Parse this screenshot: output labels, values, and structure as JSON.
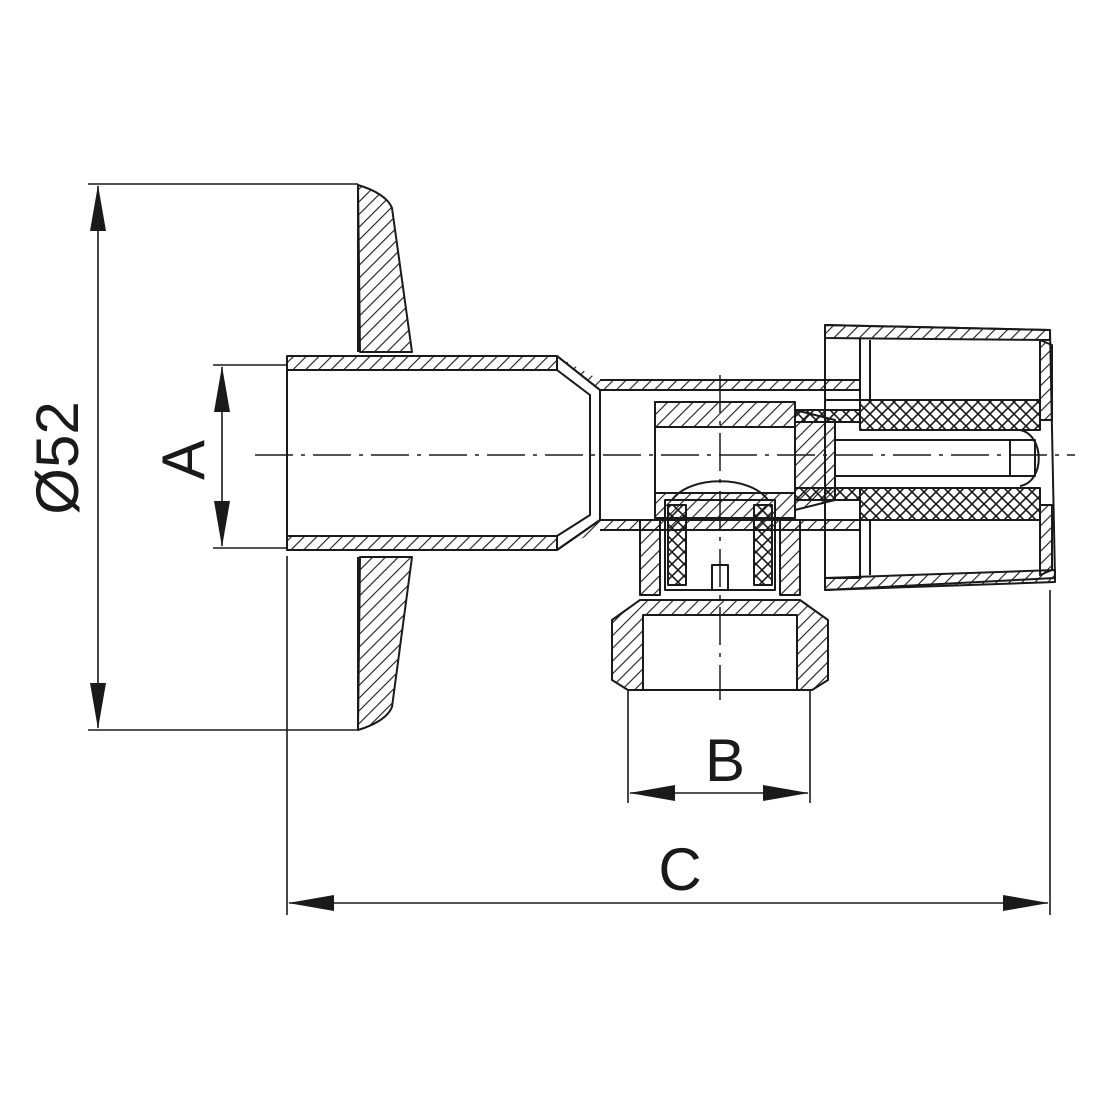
{
  "labels": {
    "diameter": "Ø52",
    "a": "A",
    "b": "B",
    "c": "C"
  },
  "colors": {
    "line": "#1a1a1a",
    "background": "#ffffff"
  }
}
